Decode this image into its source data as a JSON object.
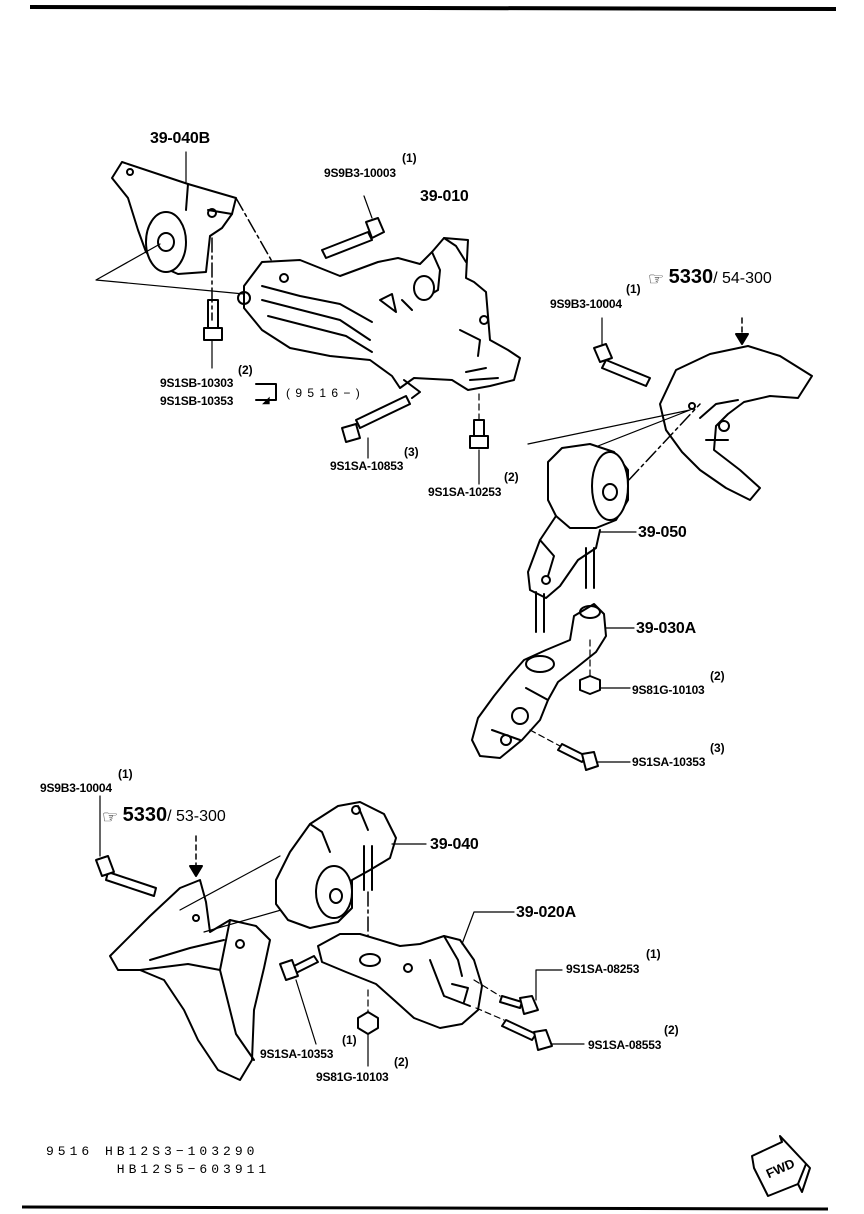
{
  "parts": {
    "p39_040B": "39-040B",
    "p39_010": "39-010",
    "p39_050": "39-050",
    "p39_030A": "39-030A",
    "p39_040": "39-040",
    "p39_020A": "39-020A"
  },
  "bolts": {
    "b1": {
      "code": "9S9B3-10003",
      "qty": "(1)"
    },
    "b2": {
      "code": "9S1SB-10303",
      "qty": "(2)"
    },
    "b3": {
      "code": "9S1SB-10353"
    },
    "b3_range": "( 9 5 1 6 − )",
    "b4": {
      "code": "9S1SA-10853",
      "qty": "(3)"
    },
    "b5": {
      "code": "9S1SA-10253",
      "qty": "(2)"
    },
    "b6": {
      "code": "9S9B3-10004",
      "qty": "(1)"
    },
    "b7": {
      "code": "9S81G-10103",
      "qty": "(2)"
    },
    "b8": {
      "code": "9S1SA-10353",
      "qty": "(3)"
    },
    "b9": {
      "code": "9S9B3-10004",
      "qty": "(1)"
    },
    "b10": {
      "code": "9S1SA-08253",
      "qty": "(1)"
    },
    "b11": {
      "code": "9S1SA-08553",
      "qty": "(2)"
    },
    "b12": {
      "code": "9S1SA-10353",
      "qty": "(1)"
    },
    "b13": {
      "code": "9S81G-10103",
      "qty": "(2)"
    }
  },
  "references": {
    "top_right": {
      "main": "5330",
      "sub": "/ 54-300"
    },
    "bottom_left": {
      "main": "5330",
      "sub": "/ 53-300"
    },
    "hand_icon": "pointing-hand-icon"
  },
  "footer": {
    "line1": "9516  HB12S3−103290",
    "line2": "      HB12S5−603911"
  },
  "fwd_label": "FWD"
}
